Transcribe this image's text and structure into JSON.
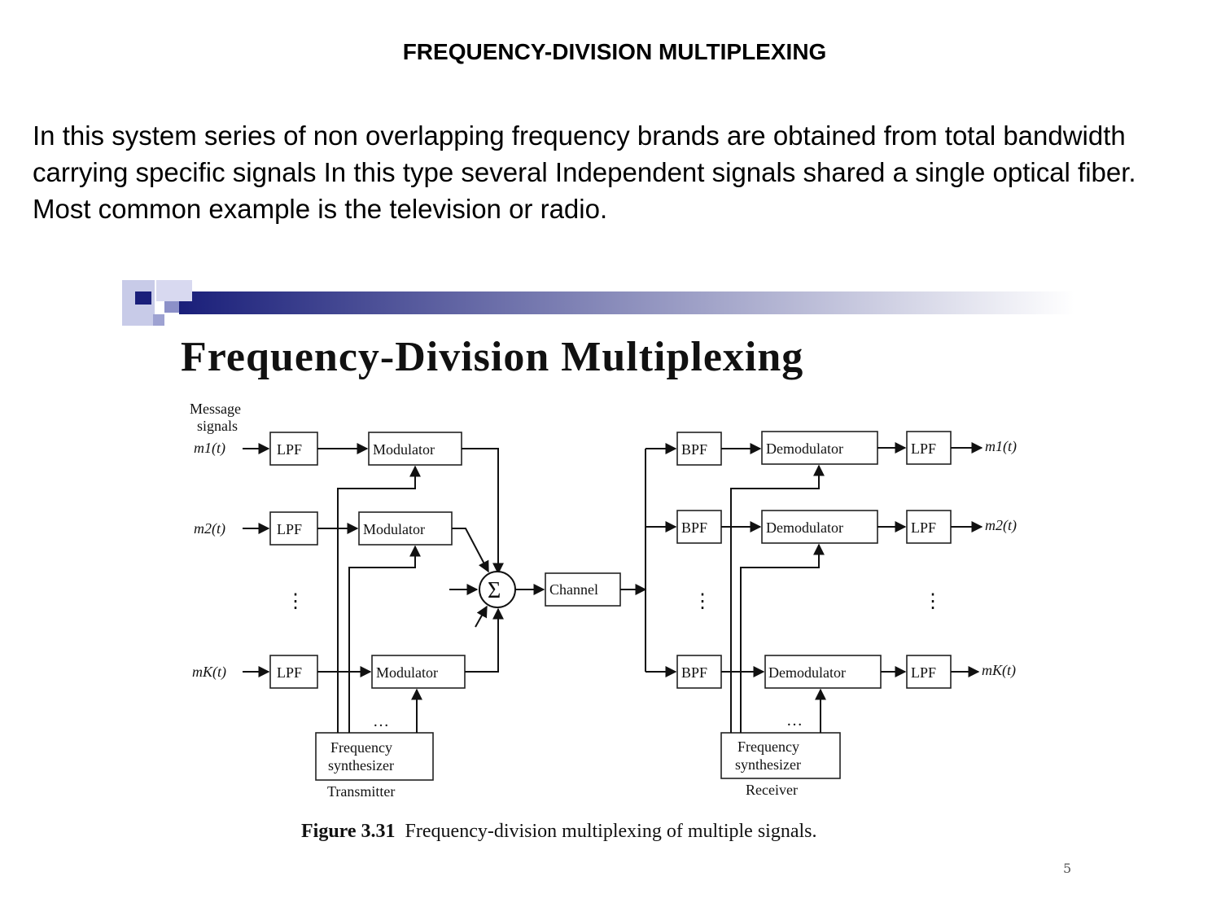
{
  "slide": {
    "title": "FREQUENCY-DIVISION MULTIPLEXING",
    "body": "In this system series of non overlapping frequency brands are obtained from total bandwidth carrying specific signals In this type  several  Independent signals shared a single optical fiber. Most common example is the television or radio.",
    "page_number": "5"
  },
  "figure": {
    "heading": "Frequency-Division Multiplexing",
    "message_signals_line1": "Message",
    "message_signals_line2": "signals",
    "inputs": [
      "m1(t)",
      "m2(t)",
      "mK(t)"
    ],
    "outputs": [
      "m1(t)",
      "m2(t)",
      "mK(t)"
    ],
    "lpf_label": "LPF",
    "modulator_label": "Modulator",
    "sum_symbol": "Σ",
    "channel_label": "Channel",
    "bpf_label": "BPF",
    "demodulator_label": "Demodulator",
    "vdots": "⋮",
    "hdots": "…",
    "synth_line1": "Frequency",
    "synth_line2": "synthesizer",
    "transmitter_label": "Transmitter",
    "receiver_label": "Receiver",
    "caption_number": "Figure 3.31",
    "caption_text": "Frequency-division multiplexing of multiple signals."
  },
  "colors": {
    "banner_dark": "#1a1f7a",
    "banner_light": "#ffffff"
  }
}
